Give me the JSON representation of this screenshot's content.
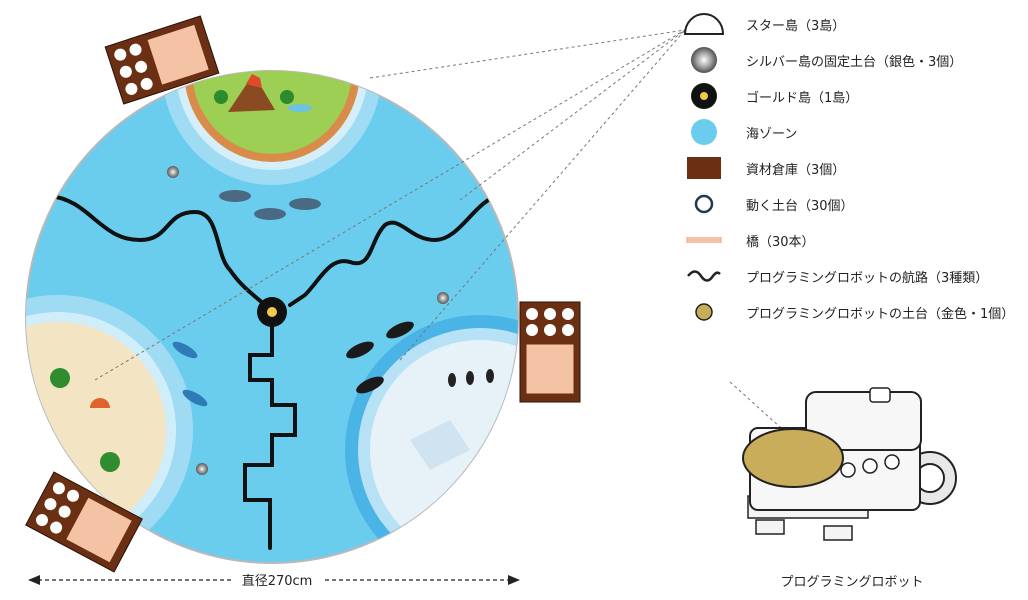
{
  "legend": [
    {
      "icon": "star-island-icon",
      "label": "スター島（3島）"
    },
    {
      "icon": "silver-island-base-icon",
      "label": "シルバー島の固定土台（銀色・3個）"
    },
    {
      "icon": "gold-island-icon",
      "label": "ゴールド島（1島）"
    },
    {
      "icon": "sea-zone-icon",
      "label": "海ゾーン"
    },
    {
      "icon": "material-warehouse-icon",
      "label": "資材倉庫（3個）"
    },
    {
      "icon": "moving-base-icon",
      "label": "動く土台（30個）"
    },
    {
      "icon": "bridge-icon",
      "label": "橋（30本）"
    },
    {
      "icon": "robot-route-icon",
      "label": "プログラミングロボットの航路（3種類）"
    },
    {
      "icon": "robot-base-icon",
      "label": "プログラミングロボットの土台（金色・1個）"
    }
  ],
  "diameter_label": "直径270cm",
  "robot_caption": "プログラミングロボット",
  "colors": {
    "sea": "#6bcdee",
    "sea_dark": "#2f9fd6",
    "warehouse": "#6b2f14",
    "bridge": "#f4c2a4",
    "gold": "#c9ad5a",
    "route": "#111111"
  }
}
